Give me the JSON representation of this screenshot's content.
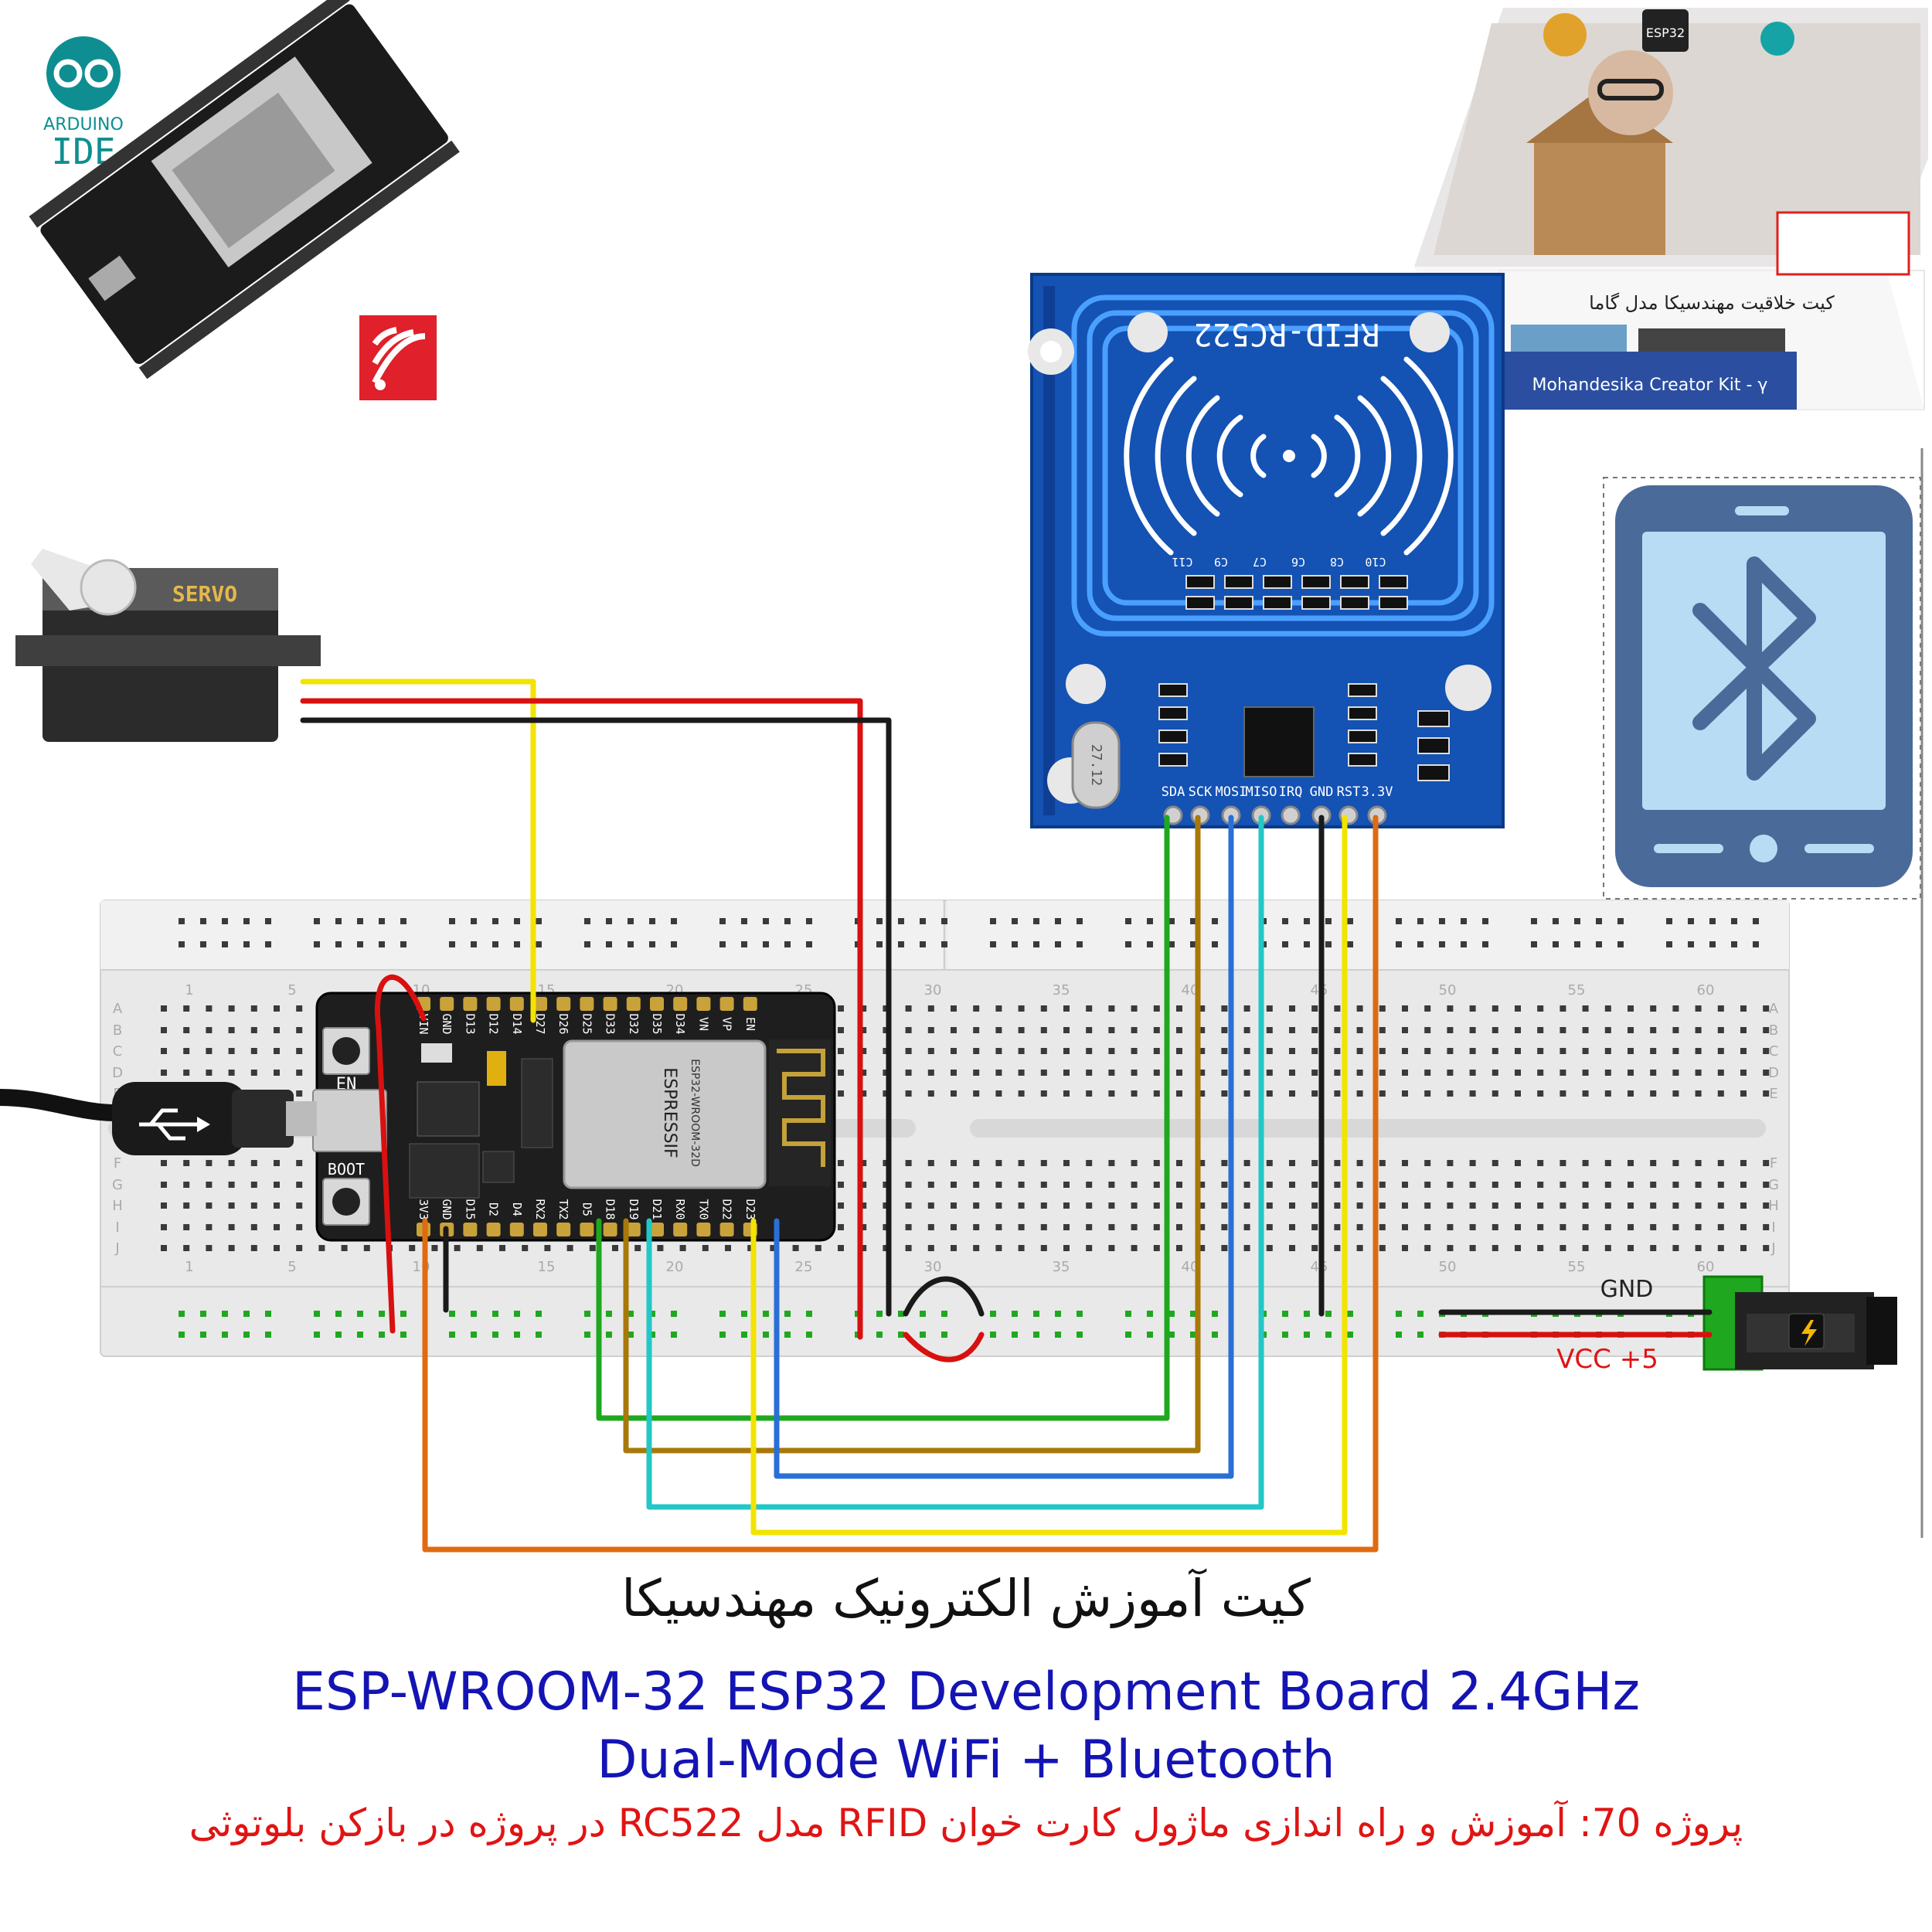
{
  "logos": {
    "arduino_line1": "ARDUINO",
    "arduino_line2": "IDE"
  },
  "servo": {
    "label": "SERVO"
  },
  "rfid": {
    "title": "RFID-RC522",
    "pins": [
      "SDA",
      "SCK",
      "MOSI",
      "MISO",
      "IRQ",
      "GND",
      "RST",
      "3.3V"
    ],
    "caps_top": [
      "C11",
      "C9",
      "C7",
      "C6",
      "C8",
      "C10"
    ],
    "crystal": "27.12"
  },
  "esp32": {
    "btn_en": "EN",
    "btn_boot": "BOOT",
    "top_pins": [
      "VIN",
      "GND",
      "D13",
      "D12",
      "D14",
      "D27",
      "D26",
      "D25",
      "D33",
      "D32",
      "D35",
      "D34",
      "VN",
      "VP",
      "EN"
    ],
    "bottom_pins": [
      "3V3",
      "GND",
      "D15",
      "D2",
      "D4",
      "RX2",
      "TX2",
      "D5",
      "D18",
      "D19",
      "D21",
      "RX0",
      "TX0",
      "D22",
      "D23"
    ],
    "module_brand": "ESPRESSIF",
    "module_name": "ESP32-WROOM-32D"
  },
  "breadboard": {
    "columns": [
      "1",
      "5",
      "10",
      "15",
      "20",
      "25",
      "30",
      "35",
      "40",
      "45",
      "50",
      "55",
      "60"
    ],
    "rows_top": [
      "A",
      "B",
      "C",
      "D",
      "E"
    ],
    "rows_bottom": [
      "F",
      "G",
      "H",
      "I",
      "J"
    ]
  },
  "power": {
    "gnd": "GND",
    "vcc": "VCC +5"
  },
  "box": {
    "line1": "کیت خلاقیت مهندسیکا مدل گاما",
    "line2": "Mohandesika Creator Kit - γ",
    "badge": "ESP32"
  },
  "captions": {
    "fa_title": "کیت آموزش الکترونیک مهندسیکا",
    "en_line1": "ESP-WROOM-32 ESP32  Development Board 2.4GHz",
    "en_line2": "Dual-Mode WiFi + Bluetooth",
    "fa_project": "پروژه 70: آموزش و راه اندازی ماژول کارت خوان RFID مدل RC522 در پروژه در بازکن بلوتوثی"
  },
  "colors": {
    "wire_green": "#1fa81f",
    "wire_brown": "#a8780a",
    "wire_blue": "#2a6fd6",
    "wire_cyan": "#22c7c7",
    "wire_black": "#1a1a1a",
    "wire_yellow": "#f2e400",
    "wire_orange": "#e06a10",
    "wire_red": "#d81010",
    "rfid_blue": "#1452b4",
    "bluetooth_icon": "#4a6a9a"
  }
}
